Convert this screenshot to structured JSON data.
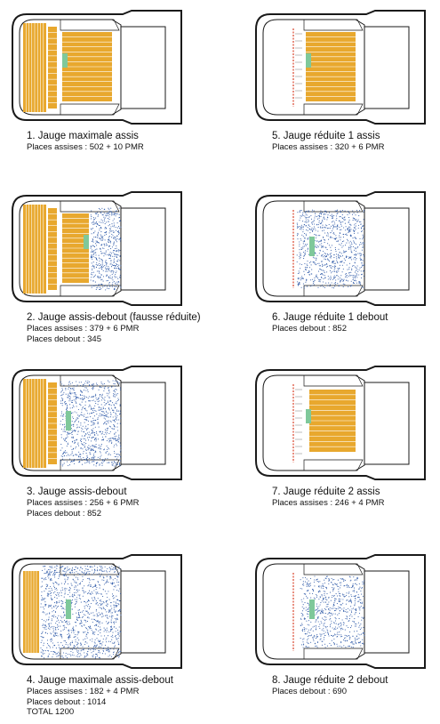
{
  "configurations": [
    {
      "title": "1. Jauge maximale assis",
      "lines": [
        "Places assises : 502 + 10 PMR"
      ],
      "seating": "full",
      "standing": "none"
    },
    {
      "title": "2. Jauge assis-debout (fausse réduite)",
      "lines": [
        "Places assises : 379 + 6 PMR",
        "Places debout : 345"
      ],
      "seating": "full-partial-stalls",
      "standing": "front"
    },
    {
      "title": "3. Jauge assis-debout",
      "lines": [
        "Places assises : 256 + 6 PMR",
        "Places debout : 852"
      ],
      "seating": "balcony-only",
      "standing": "stalls"
    },
    {
      "title": "4. Jauge maximale assis-debout",
      "lines": [
        "Places assises : 182 + 4 PMR",
        "Places debout : 1014",
        "TOTAL 1200"
      ],
      "seating": "rear-rows",
      "standing": "max"
    },
    {
      "title": "5. Jauge réduite 1 assis",
      "lines": [
        "Places assises : 320 + 6 PMR"
      ],
      "seating": "stalls-only",
      "standing": "none"
    },
    {
      "title": "6. Jauge réduite 1 debout",
      "lines": [
        "Places debout : 852"
      ],
      "seating": "none",
      "standing": "stalls"
    },
    {
      "title": "7. Jauge réduite 2 assis",
      "lines": [
        "Places assises : 246 + 4 PMR"
      ],
      "seating": "small-stalls",
      "standing": "none"
    },
    {
      "title": "8. Jauge réduite 2 debout",
      "lines": [
        "Places debout : 690"
      ],
      "seating": "none",
      "standing": "small"
    }
  ],
  "colors": {
    "outline": "#1a1a1a",
    "seat": "#e8a82e",
    "seat_line": "#ffffff",
    "seat_grey": "#bdbdbd",
    "pmr": "#7fc89a",
    "standing_dots": "#2f5aa8",
    "curtain": "#d9442b"
  }
}
